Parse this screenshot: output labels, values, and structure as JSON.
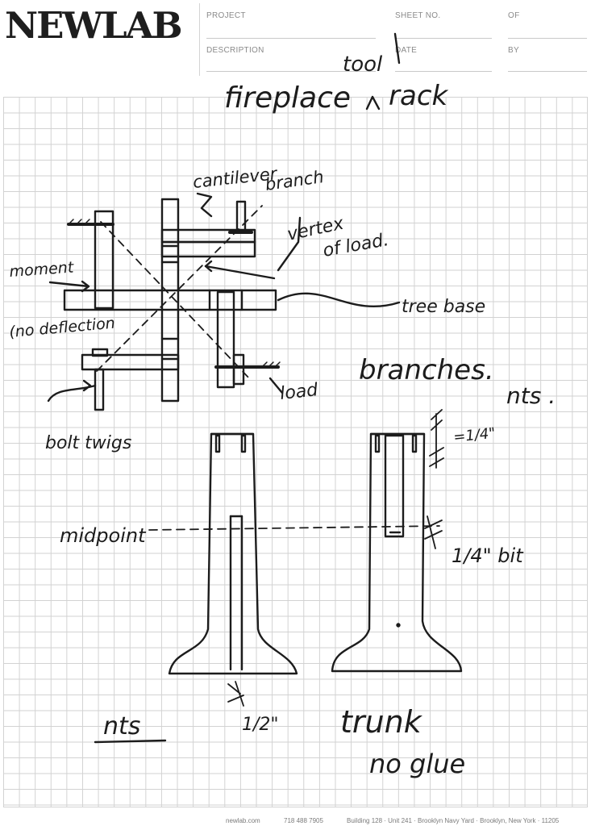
{
  "header": {
    "logo": "NEWLAB",
    "project_label": "PROJECT",
    "sheet_label": "SHEET NO.",
    "of_label": "OF",
    "description_label": "DESCRIPTION",
    "date_label": "DATE",
    "by_label": "BY"
  },
  "sketch": {
    "title_main": "fireplace",
    "title_insert": "tool",
    "title_end": "rack",
    "labels": {
      "cantilever_branch_1": "cantilever",
      "cantilever_branch_2": "branch",
      "vertex_of_load_1": "vertex",
      "vertex_of_load_2": "of load.",
      "moment": "moment",
      "no_deflection": "(no deflection",
      "tree_base": "tree base",
      "branches": "branches.",
      "nts_right": "nts .",
      "load": "load",
      "bolt_twigs": "bolt twigs",
      "quarter": "=1/4\"",
      "midpoint": "midpoint",
      "quarter_bit": "1/4\" bit",
      "half": "1/2\"",
      "nts_bottom": "nts",
      "trunk": "trunk",
      "no_glue": "no glue"
    }
  },
  "footer": {
    "website": "newlab.com",
    "phone": "718 488 7905",
    "address": "Building 128 · Unit 241 · Brooklyn Navy Yard · Brooklyn, New York · 11205"
  },
  "colors": {
    "ink": "#1c1c1c",
    "grid": "#d2d2d2",
    "header_text": "#8a8a8a"
  }
}
